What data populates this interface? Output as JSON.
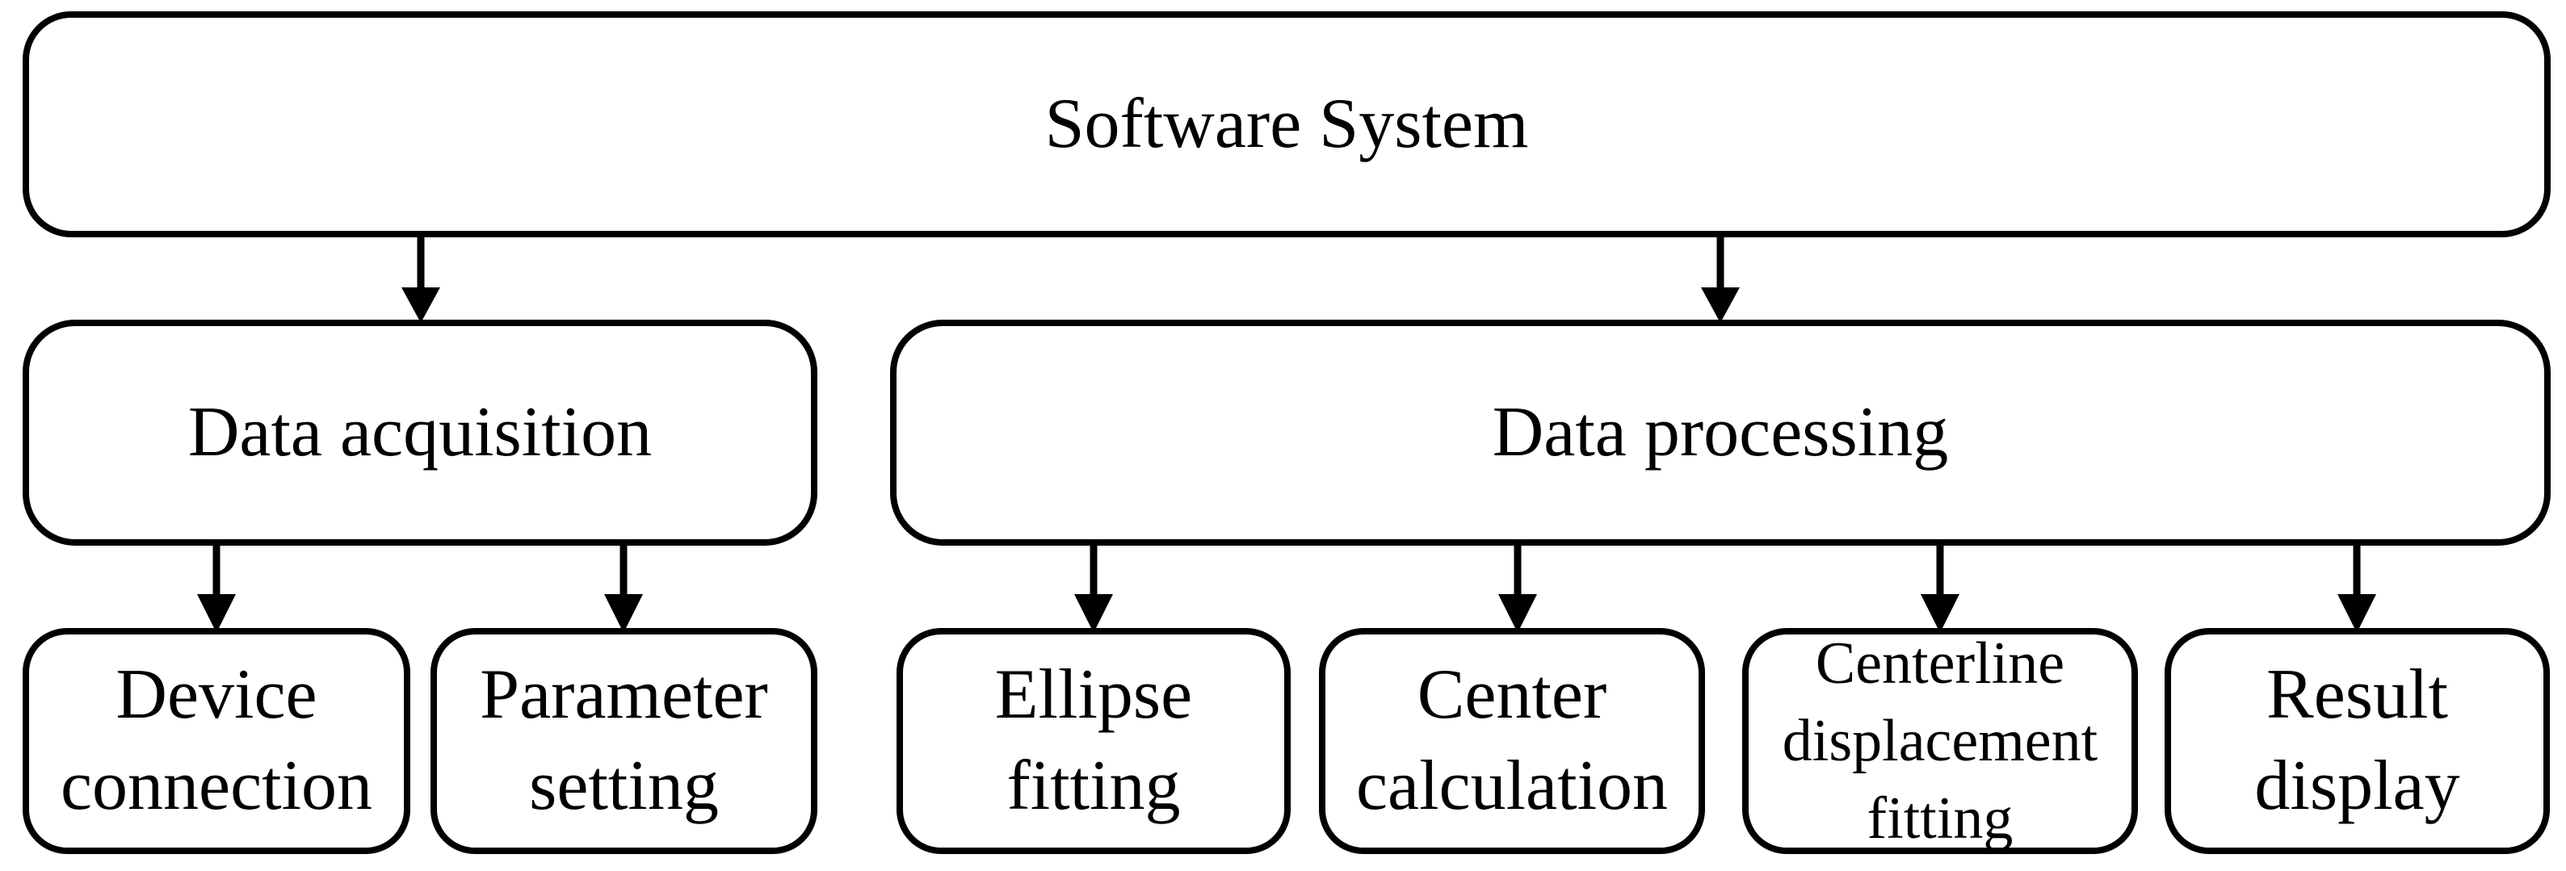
{
  "diagram": {
    "type": "flowchart",
    "background_color": "#ffffff",
    "line_color": "#000000",
    "text_color": "#000000",
    "nodes": {
      "software_system": {
        "label": "Software System",
        "level": 1
      },
      "data_acquisition": {
        "label": "Data acquisition",
        "level": 2
      },
      "data_processing": {
        "label": "Data processing",
        "level": 2
      },
      "device_connection": {
        "label": "Device connection",
        "level": 3
      },
      "parameter_setting": {
        "label": "Parameter setting",
        "level": 3
      },
      "ellipse_fitting": {
        "label": "Ellipse fitting",
        "level": 3
      },
      "center_calculation": {
        "label": "Center calculation",
        "level": 3
      },
      "centerline_displacement_fitting": {
        "label": "Centerline displacement fitting",
        "level": 3
      },
      "result_display": {
        "label": "Result display",
        "level": 3
      }
    },
    "edges": [
      {
        "from": "software_system",
        "to": "data_acquisition"
      },
      {
        "from": "software_system",
        "to": "data_processing"
      },
      {
        "from": "data_acquisition",
        "to": "device_connection"
      },
      {
        "from": "data_acquisition",
        "to": "parameter_setting"
      },
      {
        "from": "data_processing",
        "to": "ellipse_fitting"
      },
      {
        "from": "data_processing",
        "to": "center_calculation"
      },
      {
        "from": "data_processing",
        "to": "centerline_displacement_fitting"
      },
      {
        "from": "data_processing",
        "to": "result_display"
      }
    ]
  }
}
